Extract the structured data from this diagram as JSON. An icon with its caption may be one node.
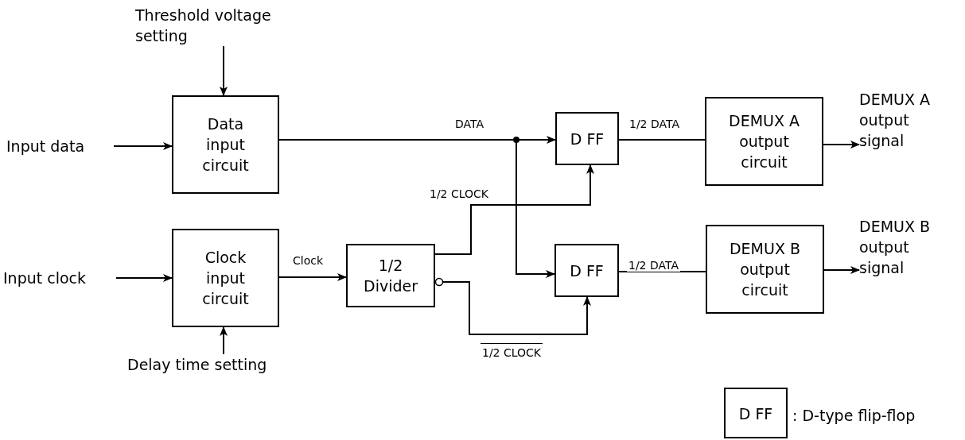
{
  "diagram": {
    "nodes": [
      {
        "text": [
          "Threshold voltage setting"
        ]
      },
      {
        "text": [
          "Input data"
        ]
      },
      {
        "text": [
          "Data input circuit"
        ]
      },
      {
        "text": [
          "Input clock"
        ]
      },
      {
        "text": [
          "Clock input circuit"
        ]
      },
      {
        "text": [
          "Delay time setting"
        ]
      },
      {
        "text": [
          "1/2 Divider"
        ]
      },
      {
        "text": [
          "D FF"
        ]
      },
      {
        "text": [
          "D FF"
        ]
      },
      {
        "text": [
          "DEMUX A output circuit"
        ]
      },
      {
        "text": [
          "DEMUX A output signal"
        ]
      },
      {
        "text": [
          "DEMUX B output circuit"
        ]
      },
      {
        "text": [
          "DEMUX B output signal"
        ]
      },
      {
        "text": [
          "D FF"
        ],
        "beside": [
          ": D-type flip-flop"
        ]
      }
    ],
    "edges": [
      {
        "from": 0,
        "to": 2,
        "arrow": "to"
      },
      {
        "from": 1,
        "to": 2,
        "arrow": "to"
      },
      {
        "from": 2,
        "to": 7,
        "arrow": "to",
        "label": "DATA"
      },
      {
        "from": 2,
        "to": 8,
        "arrow": "to"
      },
      {
        "from": 3,
        "to": 4,
        "arrow": "to"
      },
      {
        "from": 5,
        "to": 4,
        "arrow": "to"
      },
      {
        "from": 4,
        "to": 6,
        "arrow": "to",
        "label": "Clock"
      },
      {
        "from": 6,
        "to": 7,
        "arrow": "to",
        "label": "1/2 CLOCK"
      },
      {
        "from": 6,
        "to": 8,
        "arrow": "to",
        "label": "1/2 CLOCK"
      },
      {
        "from": 7,
        "to": 9,
        "arrow": "none",
        "label": "1/2 DATA"
      },
      {
        "from": 8,
        "to": 11,
        "arrow": "none",
        "label": "1/2 DATA"
      },
      {
        "from": 9,
        "to": 10,
        "arrow": "to"
      },
      {
        "from": 11,
        "to": 12,
        "arrow": "to"
      }
    ]
  }
}
